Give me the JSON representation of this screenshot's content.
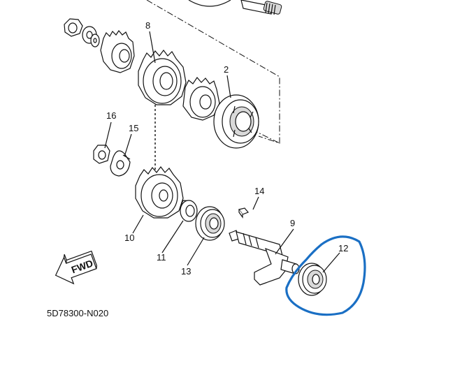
{
  "labels": {
    "p8": "8",
    "p2": "2",
    "p16": "16",
    "p15": "15",
    "p14": "14",
    "p9": "9",
    "p12": "12",
    "p10": "10",
    "p11": "11",
    "p13": "13"
  },
  "fwd_text": "FWD",
  "diagram_code": "5D78300-N020",
  "colors": {
    "line": "#111111",
    "highlight": "#1a6fc4",
    "shade": "#d9d9d9"
  }
}
